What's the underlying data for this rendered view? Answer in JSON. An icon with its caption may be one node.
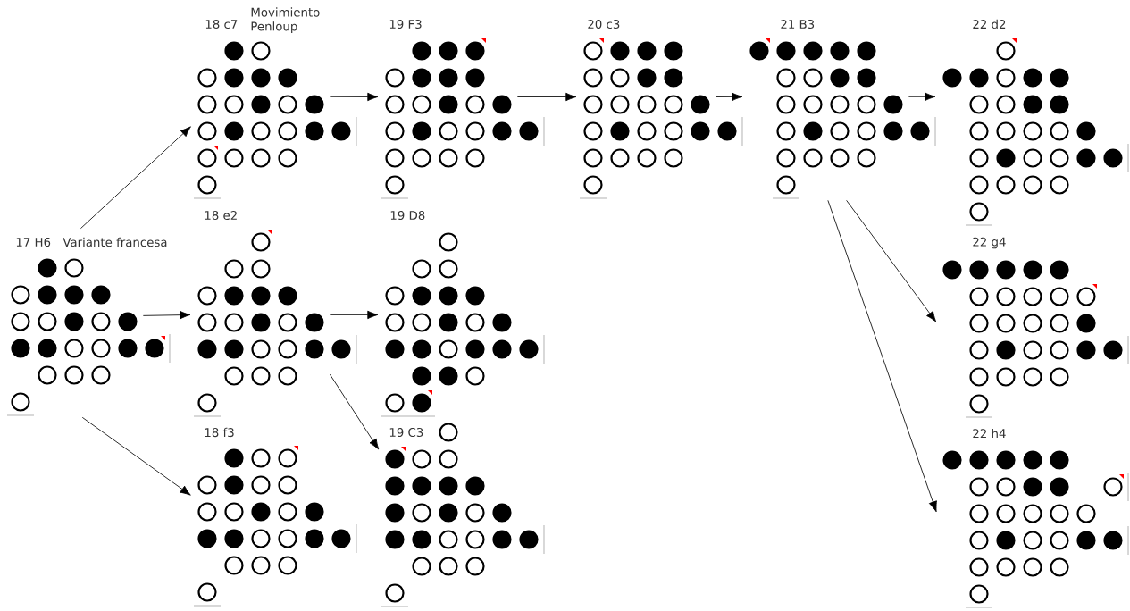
{
  "diagram": {
    "nodes": [
      {
        "text": [
          "17 H6",
          "Variante francesa"
        ]
      },
      {
        "text": [
          "18 c7",
          "Movimiento Penloup"
        ]
      },
      {
        "text": [
          "18 e2"
        ]
      },
      {
        "text": [
          "18 f3"
        ]
      },
      {
        "text": [
          "19 F3"
        ]
      },
      {
        "text": [
          "19 D8"
        ]
      },
      {
        "text": [
          "19 C3"
        ]
      },
      {
        "text": [
          "20 c3"
        ]
      },
      {
        "text": [
          "21 B3"
        ]
      },
      {
        "text": [
          "22 d2"
        ]
      },
      {
        "text": [
          "22 g4"
        ]
      },
      {
        "text": [
          "22 h4"
        ]
      }
    ],
    "edges": [
      {
        "from": 0,
        "to": 1,
        "arrow": "to"
      },
      {
        "from": 0,
        "to": 2,
        "arrow": "to"
      },
      {
        "from": 0,
        "to": 3,
        "arrow": "to"
      },
      {
        "from": 1,
        "to": 4,
        "arrow": "to"
      },
      {
        "from": 2,
        "to": 5,
        "arrow": "to"
      },
      {
        "from": 2,
        "to": 6,
        "arrow": "to"
      },
      {
        "from": 4,
        "to": 7,
        "arrow": "to"
      },
      {
        "from": 7,
        "to": 8,
        "arrow": "to"
      },
      {
        "from": 8,
        "to": 9,
        "arrow": "to"
      },
      {
        "from": 8,
        "to": 10,
        "arrow": "to"
      },
      {
        "from": 8,
        "to": 11,
        "arrow": "to"
      }
    ]
  }
}
